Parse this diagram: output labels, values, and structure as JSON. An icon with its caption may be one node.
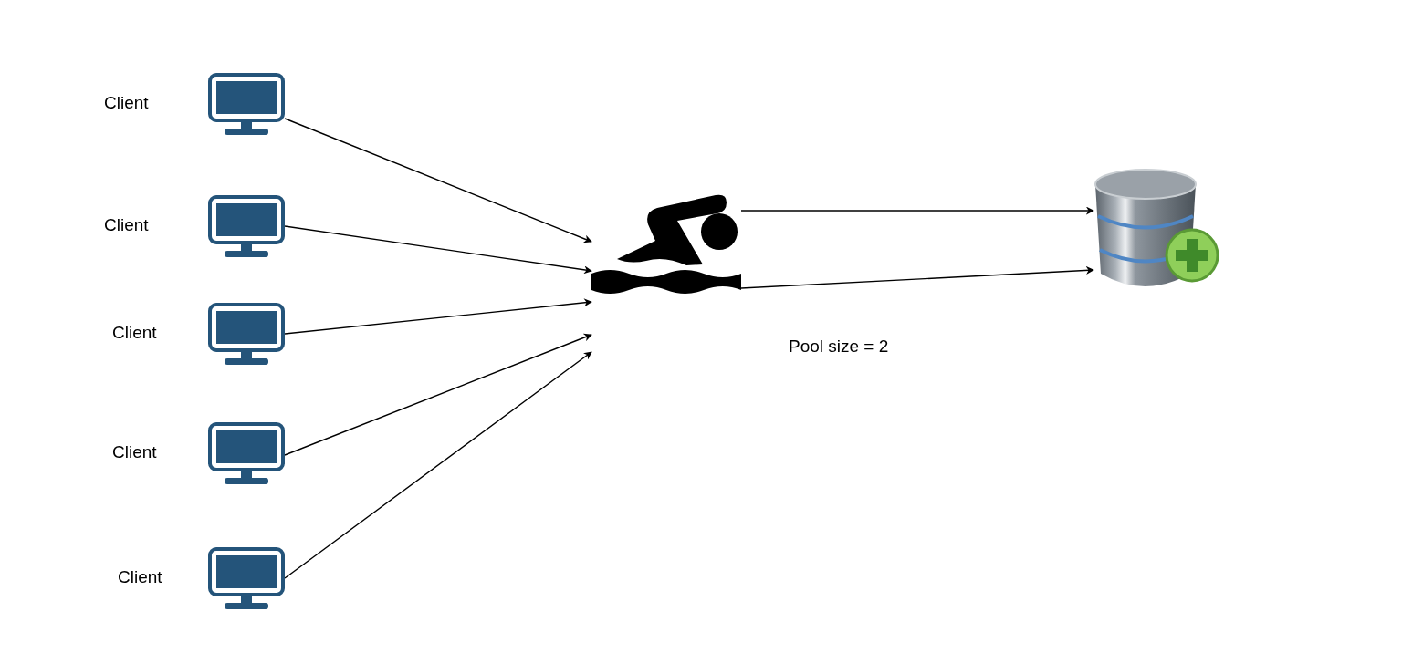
{
  "diagram": {
    "nodes": [
      {
        "text": [],
        "shape": "picture",
        "beside": [
          "Client"
        ]
      },
      {
        "text": [],
        "shape": "picture",
        "beside": [
          "Client"
        ]
      },
      {
        "text": [],
        "shape": "picture",
        "beside": [
          "Client"
        ]
      },
      {
        "text": [],
        "shape": "picture",
        "beside": [
          "Client"
        ]
      },
      {
        "text": [],
        "shape": "picture",
        "beside": [
          "Client"
        ]
      },
      {
        "text": [],
        "shape": "picture"
      },
      {
        "text": [],
        "shape": "cylinder"
      }
    ],
    "edges": [
      {
        "from": 0,
        "to": 5,
        "arrow": "to"
      },
      {
        "from": 1,
        "to": 5,
        "arrow": "to"
      },
      {
        "from": 2,
        "to": 5,
        "arrow": "to"
      },
      {
        "from": 3,
        "to": 5,
        "arrow": "to"
      },
      {
        "from": 4,
        "to": 5,
        "arrow": "to"
      },
      {
        "from": 5,
        "to": 6,
        "arrow": "to"
      },
      {
        "from": 5,
        "to": 6,
        "arrow": "to"
      }
    ],
    "labels": [
      "Pool size = 2"
    ]
  }
}
